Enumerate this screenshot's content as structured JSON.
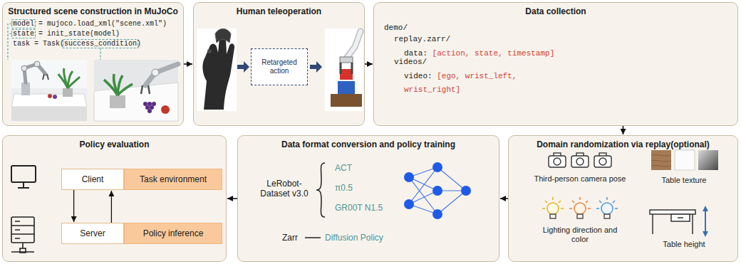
{
  "diagram": {
    "nodes": [
      {
        "text": [
          "Structured scene construction in MuJoCo",
          "model = mujoco.load_xml(\"scene.xml\")",
          "state = init_state(model)",
          "task = Task(success_condition)"
        ]
      },
      {
        "text": [
          "Human teleoperation"
        ]
      },
      {
        "text": [
          "Retargeted action"
        ],
        "in": 1
      },
      {
        "text": [
          "Data collection",
          "demo/",
          "replay.zarr/",
          "data:",
          "[action, state, timestamp]",
          "videos/",
          "video:",
          "[ego, wrist_left, wrist_right]"
        ]
      },
      {
        "text": [
          "Policy evaluation"
        ]
      },
      {
        "text": [
          "Client"
        ],
        "in": 4
      },
      {
        "text": [
          "Task environment"
        ],
        "in": 4
      },
      {
        "text": [
          "Server"
        ],
        "in": 4
      },
      {
        "text": [
          "Policy inference"
        ],
        "in": 4
      },
      {
        "text": [
          "Data format conversion and policy training",
          "LeRobot-Dataset v3.0",
          "ACT",
          "π0.5",
          "GR00T N1.5",
          "Zarr",
          "Diffusion Policy"
        ]
      },
      {
        "text": [
          "Domain randomization via replay(optional)",
          "Third-person camera pose",
          "Table texture",
          "Lighting direction and color",
          "Table height"
        ]
      }
    ],
    "edges": [
      {
        "from": 0,
        "to": 1,
        "arrow": "to"
      },
      {
        "from": 1,
        "to": 3,
        "arrow": "to"
      },
      {
        "from": 3,
        "to": 10,
        "arrow": "to"
      },
      {
        "from": 10,
        "to": 9,
        "arrow": "to"
      },
      {
        "from": 9,
        "to": 4,
        "arrow": "to"
      },
      {
        "from": 5,
        "to": 7,
        "arrow": "to"
      },
      {
        "from": 7,
        "to": 5,
        "arrow": "to"
      }
    ]
  }
}
